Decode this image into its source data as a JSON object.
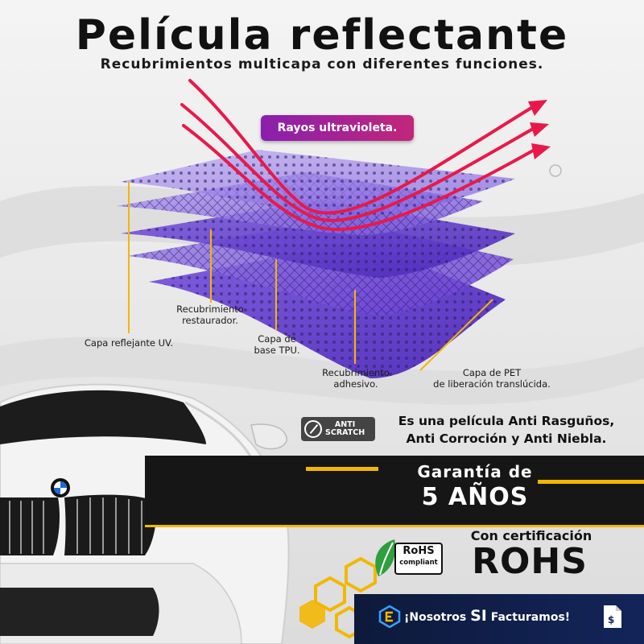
{
  "title": "Película reflectante",
  "subtitle": "Recubrimientos multicapa con diferentes funciones.",
  "uv_badge": "Rayos ultravioleta.",
  "layers": {
    "restaurador": [
      "Recubrimiento",
      "restaurador."
    ],
    "reflejante": "Capa reflejante UV.",
    "tpu": [
      "Capa de",
      "base TPU."
    ],
    "adhesivo": [
      "Recubrimiento",
      "adhesivo."
    ],
    "pet": [
      "Capa de PET",
      "de liberación translúcida."
    ]
  },
  "anti_scratch": [
    "ANTI",
    "SCRATCH"
  ],
  "features": [
    "Es una película Anti Rasguños,",
    "Anti Corroción y Anti Niebla."
  ],
  "warranty": {
    "line1": "Garantía de",
    "line2": "5 AÑOS"
  },
  "rohs": {
    "label": "Con certificación",
    "big": "ROHS",
    "logo_line1": "RoHS",
    "logo_line2": "compliant"
  },
  "footer": {
    "pre": "¡Nosotros ",
    "si": "SI",
    "post": " Facturamos!"
  },
  "colors": {
    "accent_yellow": "#f2b705",
    "film_purple": "#6a3bd6",
    "arrow_red": "#e8194a",
    "dark_band": "#161616",
    "footer_navy": "#13245a"
  },
  "icons": [
    "anti-scratch-icon",
    "leaf-icon",
    "hexagon-icon",
    "invoice-icon",
    "brand-logo-icon"
  ]
}
